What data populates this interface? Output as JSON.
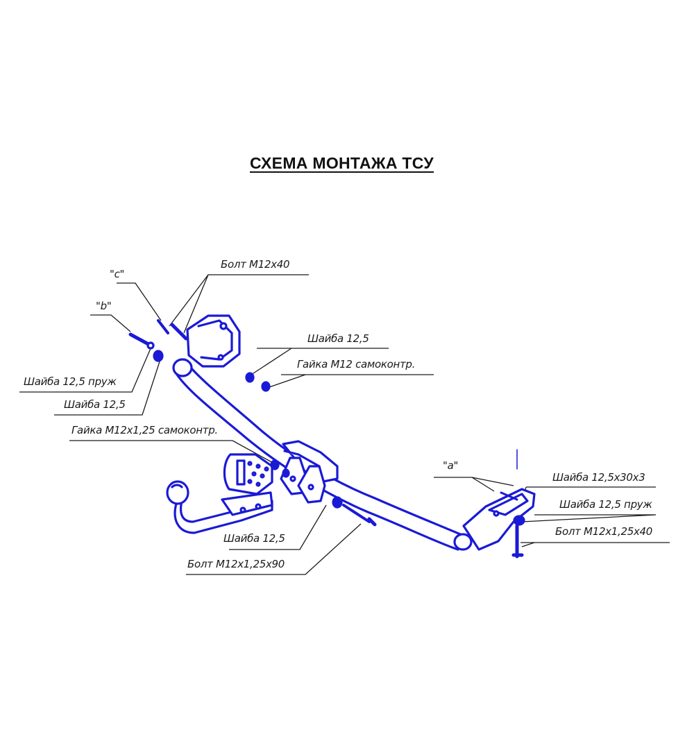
{
  "title": "СХЕМА МОНТАЖА ТСУ",
  "colors": {
    "part_stroke": "#1a1ad6",
    "part_fill": "#ffffff",
    "leader": "#1a1a1a",
    "text": "#1a1a1a"
  },
  "labels": {
    "c": "\"c\"",
    "b": "\"b\"",
    "a": "\"a\"",
    "bolt_m12x40": "Болт М12х40",
    "washer_12_5_top": "Шайба 12,5",
    "nut_m12": "Гайка М12 самоконтр.",
    "washer_spring_left": "Шайба 12,5 пруж",
    "washer_12_5_left": "Шайба 12,5",
    "nut_m12x1_25": "Гайка М12х1,25 самоконтр.",
    "washer_12_5x30x3": "Шайба 12,5х30х3",
    "washer_spring_right": "Шайба 12,5 пруж",
    "bolt_m12x1_25x40": "Болт М12х1,25х40",
    "washer_12_5_bottom": "Шайба 12,5",
    "bolt_m12x1_25x90": "Болт М12х1,25х90"
  }
}
